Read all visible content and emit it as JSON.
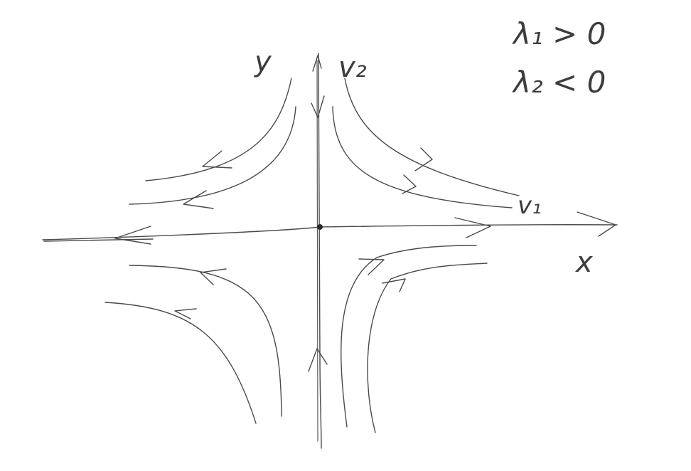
{
  "labels": {
    "axis_x": "x",
    "eigvec_1": "v₁",
    "eigvec_2": "v₂",
    "axis_y": "y",
    "cond_1": "λ₁ > 0",
    "cond_2": "λ₂ < 0"
  },
  "colors": {
    "ink": "#4a4a4a",
    "background": "#ffffff"
  }
}
